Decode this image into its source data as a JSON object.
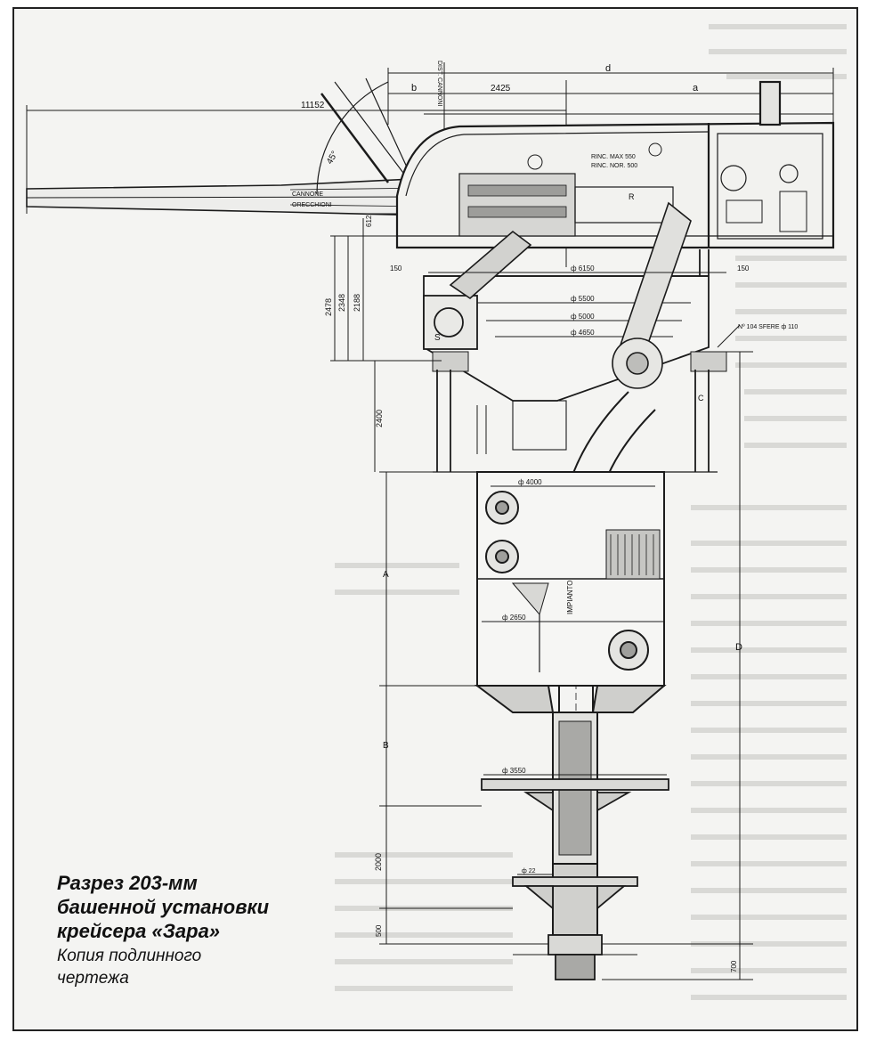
{
  "caption": {
    "title": "Разрез 203-мм\nбашенной установки\nкрейсера «Зара»",
    "subtitle": "Копия подлинного\nчертежа"
  },
  "drawing": {
    "dims": {
      "d": "d",
      "b": "b",
      "a": "a",
      "top_offset": "2425",
      "barrel_length": "11152",
      "dist_label": "DIST. CANNONI",
      "diam_6150": "ф 6150",
      "diam_5500": "ф 5500",
      "diam_5000": "ф 5000",
      "diam_4650": "ф 4650",
      "diam_4000": "ф 4000",
      "diam_2650": "ф 2650",
      "diam_3550": "ф 3550",
      "diam_22": "ф 22",
      "side_150_left": "150",
      "side_150_right": "150",
      "h_2478": "2478",
      "h_2348": "2348",
      "h_2188": "2188",
      "h_2400": "2400",
      "h_2000": "2000",
      "h_500": "500",
      "h_700": "700",
      "h_612": "612",
      "spheres": "Nº 104  SFERE ф 110",
      "letter_A": "A",
      "letter_B": "B",
      "letter_C": "C",
      "letter_D": "D",
      "angle": "45°",
      "elev_max": "RINC. MAX 550",
      "elev_norm": "RINC. NOR. 500",
      "cannone": "CANNONE",
      "orecchioni": "ORECCHIONI",
      "impianto": "IMPIANTO",
      "r_mark": "R",
      "s_mark": "S"
    }
  }
}
